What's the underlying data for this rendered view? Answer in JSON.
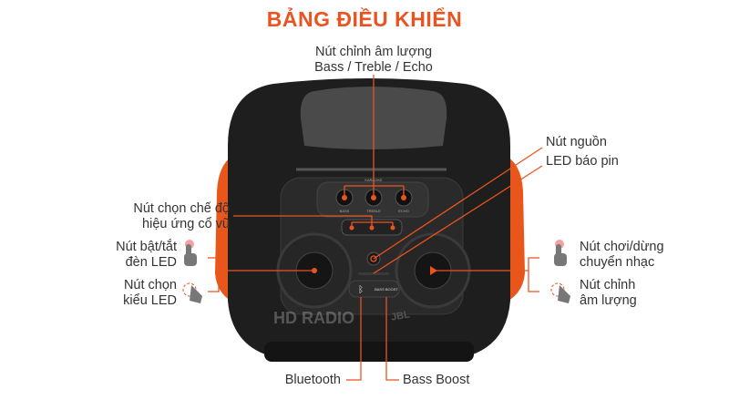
{
  "title": "BẢNG ĐIỀU KHIỂN",
  "labels": {
    "volume_knobs": [
      "Nút chỉnh âm lượng",
      "Bass / Treble / Echo"
    ],
    "cheer_effect": [
      "Nút chọn chế độ",
      "hiệu ứng cổ vũ"
    ],
    "led_toggle": [
      "Nút bật/tắt",
      "đèn LED"
    ],
    "led_mode": [
      "Nút chọn",
      "kiểu LED"
    ],
    "power": "Nút nguồn",
    "battery_led": "LED báo pin",
    "play_pause": [
      "Nút chơi/dừng",
      "chuyển nhạc"
    ],
    "volume": [
      "Nút chỉnh",
      "âm lượng"
    ],
    "bluetooth": "Bluetooth",
    "bass_boost": "Bass Boost"
  },
  "device_markings": {
    "karaoke": "KARAOKE",
    "bass": "BASS",
    "treble": "TREBLE",
    "echo": "ECHO",
    "bass_boost": "BASS BOOST",
    "brand": "JBL",
    "watermark": "HD RADIO"
  },
  "colors": {
    "accent": "#ea5420",
    "speaker_body": "#1e1e1e",
    "speaker_trim": "#e8561c",
    "icon_gray": "#777777"
  }
}
